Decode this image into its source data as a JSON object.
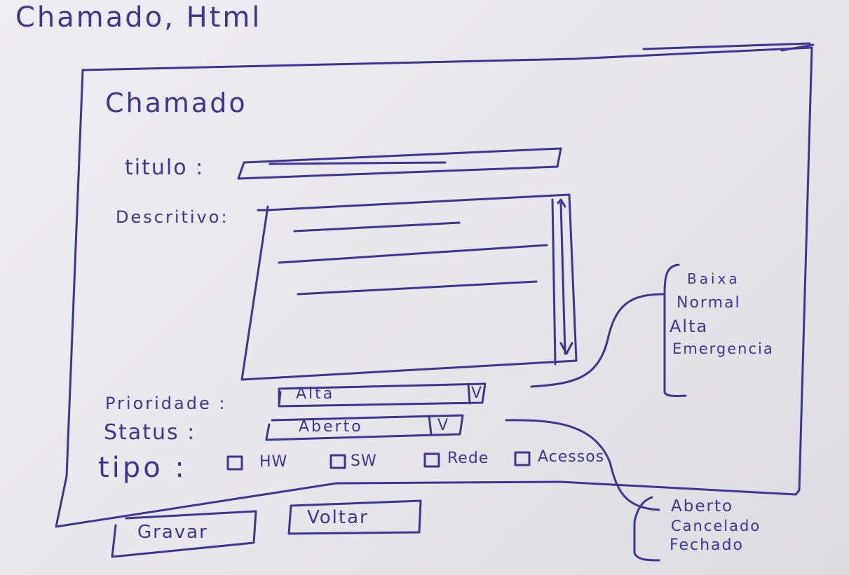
{
  "file_title": "Chamado, Html",
  "form": {
    "title": "Chamado",
    "titulo_label": "titulo :",
    "descritivo_label": "Descritivo:",
    "prioridade_label": "Prioridade :",
    "prioridade_value": "Alta",
    "status_label": "Status :",
    "status_value": "Aberto",
    "tipo_label": "tipo :",
    "tipo_options": [
      "HW",
      "SW",
      "Rede",
      "Acessos"
    ],
    "dropdown_symbol": "V",
    "save_label": "Gravar",
    "back_label": "Voltar"
  },
  "notes": {
    "prioridade_options": [
      "Baixa",
      "Normal",
      "Alta",
      "Emergencia"
    ],
    "status_options": [
      "Aberto",
      "Cancelado",
      "Fechado"
    ]
  },
  "colors": {
    "ink": "#3d3596",
    "paper": "#e9e8ec"
  }
}
